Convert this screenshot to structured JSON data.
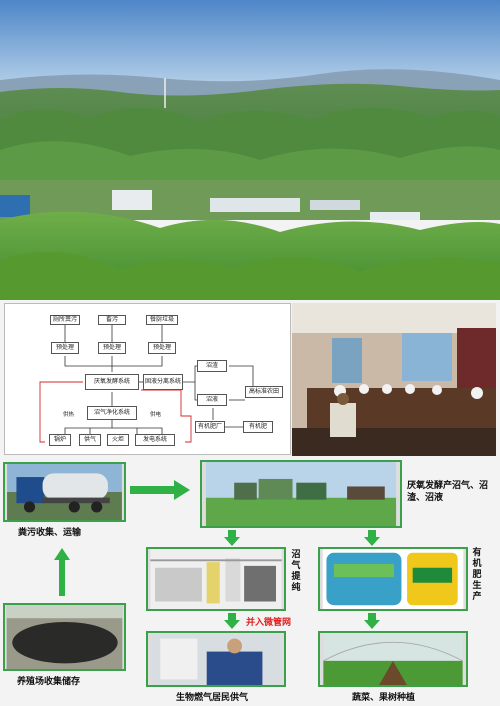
{
  "flow": {
    "sources": [
      "厕所粪污",
      "畜污",
      "餐厨垃圾"
    ],
    "pretreat": [
      "预处理",
      "预处理",
      "预处理"
    ],
    "digester": "厌氧发酵系统",
    "separator": "固液分离系统",
    "residue": "沼渣",
    "liquid": "沼液",
    "field": "高标准农田",
    "organic_plant": "有机肥厂",
    "organic_fert": "有机肥",
    "purify": "沼气净化系统",
    "supply_l": "供热",
    "supply_r": "供电",
    "ends": [
      "锅炉",
      "供气",
      "火炬",
      "发电系统"
    ]
  },
  "captions": {
    "collect": "粪污收集、运输",
    "ferment": "厌氧发酵产沼气、沼渣、沼液",
    "purify": "沼气提纯",
    "organic": "有机肥生产",
    "grid": "并入微管网",
    "storage": "养殖场收集储存",
    "household": "生物燃气居民供气",
    "planting": "蔬菜、果树种植"
  },
  "colors": {
    "arrow": "#2fb145",
    "highlight": "#e02020",
    "flow_red": "#d02a2a"
  }
}
